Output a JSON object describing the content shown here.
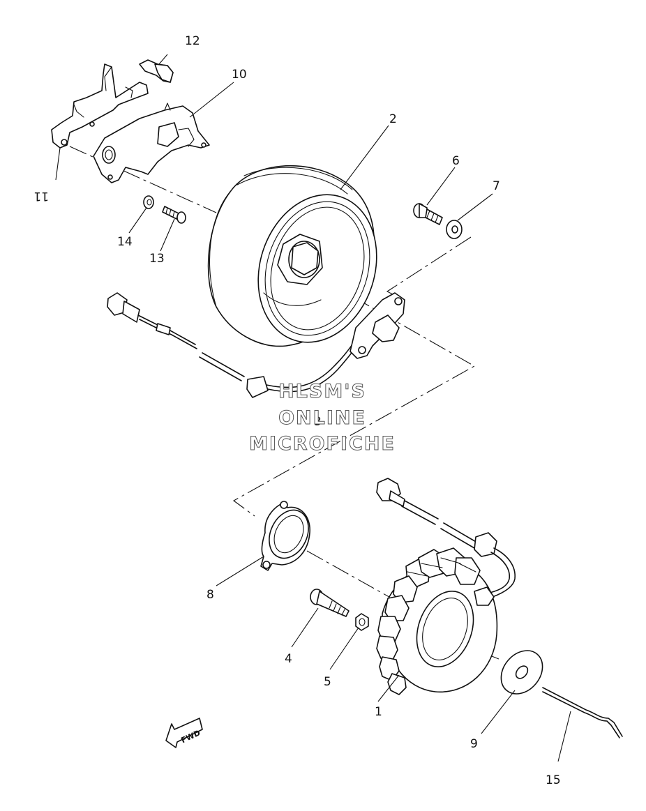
{
  "parts": [
    {
      "id": "1",
      "label": "1"
    },
    {
      "id": "2",
      "label": "2"
    },
    {
      "id": "3",
      "label": "3"
    },
    {
      "id": "4",
      "label": "4"
    },
    {
      "id": "5",
      "label": "5"
    },
    {
      "id": "6",
      "label": "6"
    },
    {
      "id": "7",
      "label": "7"
    },
    {
      "id": "8",
      "label": "8"
    },
    {
      "id": "9",
      "label": "9"
    },
    {
      "id": "10",
      "label": "10"
    },
    {
      "id": "11",
      "label": "11"
    },
    {
      "id": "12",
      "label": "12"
    },
    {
      "id": "13",
      "label": "13"
    },
    {
      "id": "14",
      "label": "14"
    },
    {
      "id": "15",
      "label": "15"
    }
  ],
  "watermark": {
    "line1": "HLSM'S",
    "line2": "ONLINE",
    "line3": "MICROFICHE"
  },
  "fwd_arrow": {
    "label": "FWD",
    "icon": "fwd-arrow-icon"
  }
}
